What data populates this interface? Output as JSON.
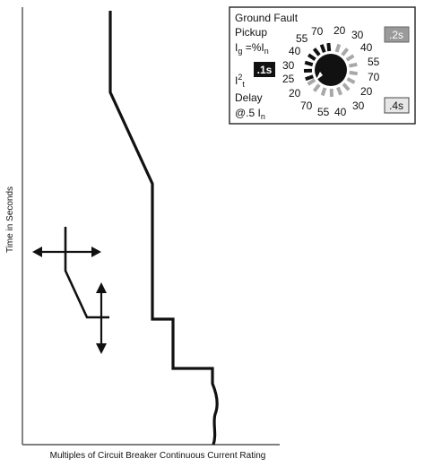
{
  "axes": {
    "y_label": "Time in Seconds",
    "x_label": "Multiples of Circuit Breaker Continuous Current Rating"
  },
  "inset": {
    "title": "Ground Fault",
    "pickup_label_1": "Pickup",
    "pickup_label_2_main": "I",
    "pickup_label_2_sub": "g",
    "pickup_label_2_rest": " =%I",
    "pickup_label_2_sub2": "n",
    "i2t_label_main": "I",
    "i2t_label_sup": "2",
    "i2t_label_sub": "t",
    "delay_label_1": "Delay",
    "delay_label_2_main": "@.5 I",
    "delay_label_2_sub": "n",
    "pickup_dial_numbers": [
      "25",
      "30",
      "40",
      "55",
      "70"
    ],
    "delay_dial_top_numbers": [
      "20",
      "30",
      "40",
      "55",
      "70"
    ],
    "delay_dial_bottom_numbers": [
      "20",
      "30",
      "40",
      "55",
      "70"
    ],
    "left_bottom_number": "20",
    "badge_left": ".1s",
    "badge_top_right": ".2s",
    "badge_bottom_right": ".4s"
  }
}
